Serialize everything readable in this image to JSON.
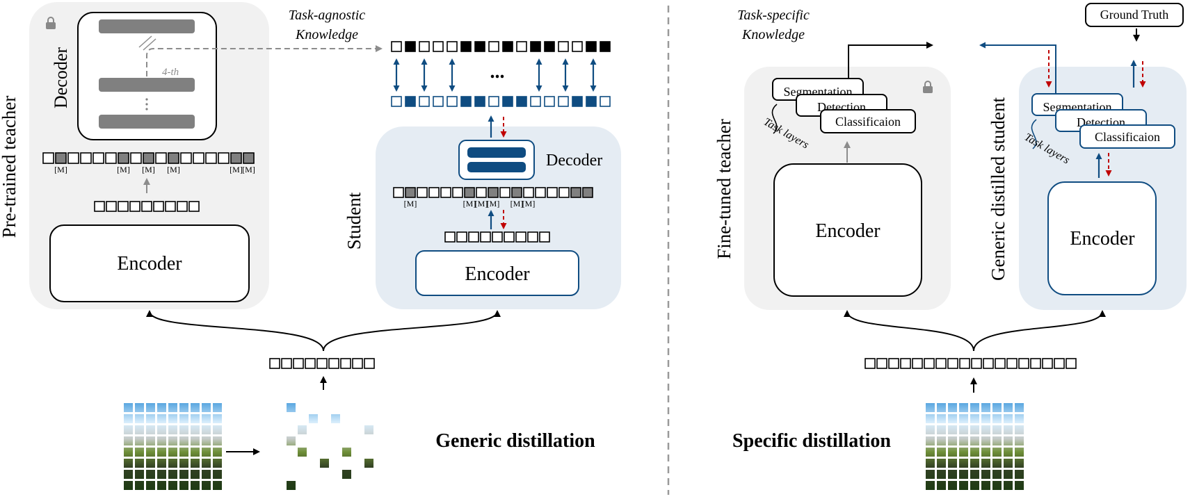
{
  "generic": {
    "title": "Generic distillation",
    "teacher_label": "Pre-trained teacher",
    "decoder_label": "Decoder",
    "layer_label": "4-th",
    "encoder_label": "Encoder",
    "knowledge_label_line1": "Task-agnostic",
    "knowledge_label_line2": "Knowledge",
    "mask_token": "[M]",
    "ellipsis": "...",
    "student_label": "Student",
    "student_decoder_label": "Decoder",
    "student_encoder_label": "Encoder"
  },
  "specific": {
    "title": "Specific distillation",
    "knowledge_label_line1": "Task-specific",
    "knowledge_label_line2": "Knowledge",
    "ground_truth": "Ground Truth",
    "teacher_label": "Fine-tuned teacher",
    "student_label": "Generic distilled student",
    "encoder_label": "Encoder",
    "task_segmentation": "Segmentation",
    "task_detection": "Detection",
    "task_classification": "Classificaion",
    "task_layers": "Task layers"
  },
  "colors": {
    "teacher_panel": "#f1f1f1",
    "student_panel": "#e5ecf3",
    "student_blue": "#0f4c81",
    "gray_token": "#808080",
    "red_dashed": "#c00000"
  }
}
